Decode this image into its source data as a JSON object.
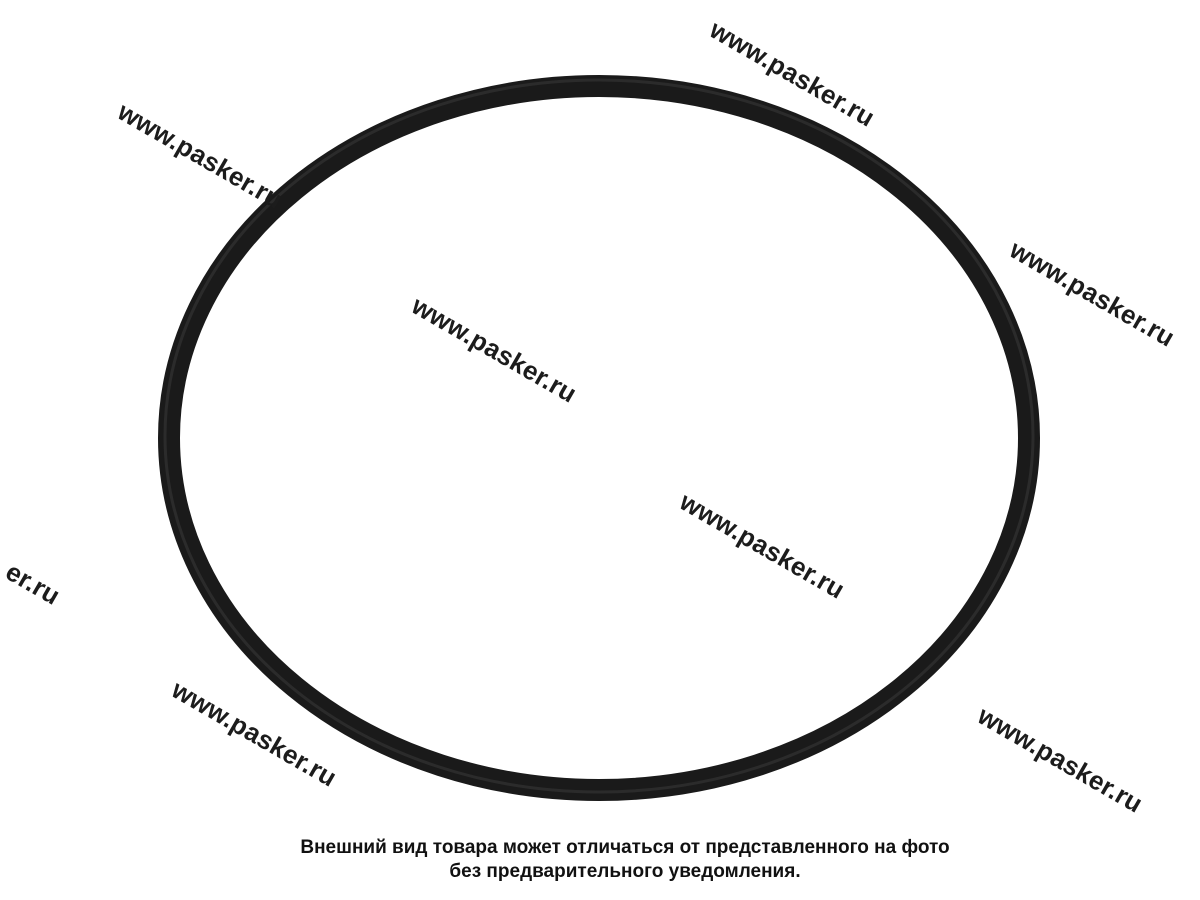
{
  "product": {
    "name": "o-ring-gasket",
    "color": "#1a1a1a"
  },
  "watermark": {
    "text": "www.pasker.ru",
    "partial_text": "er.ru",
    "color": "#1c1c1c"
  },
  "caption": {
    "line1": "Внешний вид товара может отличаться от представленного на фото",
    "line2": "без предварительного уведомления."
  }
}
